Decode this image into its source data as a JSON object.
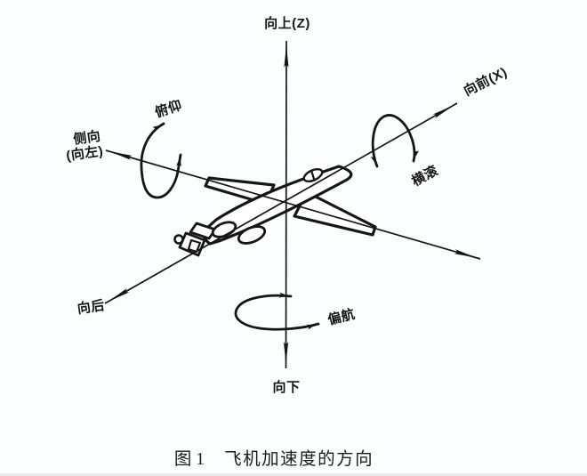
{
  "figure": {
    "labels": {
      "up": "向上(Z)",
      "forward": "向前(X)",
      "backward": "向后",
      "down": "向下",
      "lateral_line1": "侧向",
      "lateral_line2": "(向左)",
      "pitch": "俯仰",
      "roll": "横滚",
      "yaw": "偏航"
    },
    "caption": {
      "label": "图 1",
      "title": "飞机加速度的方向"
    },
    "colors": {
      "ink": "#161616",
      "background": "#fcfdff"
    }
  }
}
